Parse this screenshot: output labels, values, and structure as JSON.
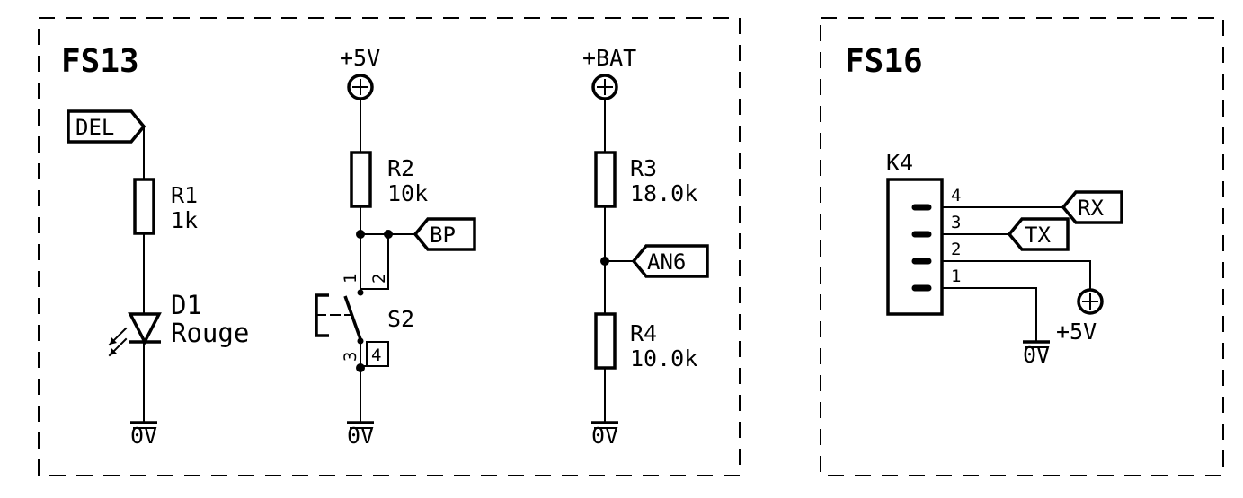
{
  "sheets": [
    {
      "title": "FS13"
    },
    {
      "title": "FS16"
    }
  ],
  "fs13": {
    "del_label": "DEL",
    "r1": {
      "ref": "R1",
      "value": "1k"
    },
    "d1": {
      "ref": "D1",
      "value": "Rouge"
    },
    "gnd1": "0V",
    "vcc_label": "+5V",
    "r2": {
      "ref": "R2",
      "value": "10k"
    },
    "bp_label": "BP",
    "s2": {
      "ref": "S2",
      "pin1": "1",
      "pin2": "2",
      "pin3": "3",
      "pin4": "4"
    },
    "gnd2": "0V",
    "bat_label": "+BAT",
    "r3": {
      "ref": "R3",
      "value": "18.0k"
    },
    "an6_label": "AN6",
    "r4": {
      "ref": "R4",
      "value": "10.0k"
    },
    "gnd3": "0V"
  },
  "fs16": {
    "k4": {
      "ref": "K4",
      "pins": [
        "4",
        "3",
        "2",
        "1"
      ]
    },
    "rx_label": "RX",
    "tx_label": "TX",
    "vcc_label": "+5V",
    "gnd": "0V"
  },
  "colors": {
    "ink": "#000000",
    "background": "#ffffff"
  }
}
